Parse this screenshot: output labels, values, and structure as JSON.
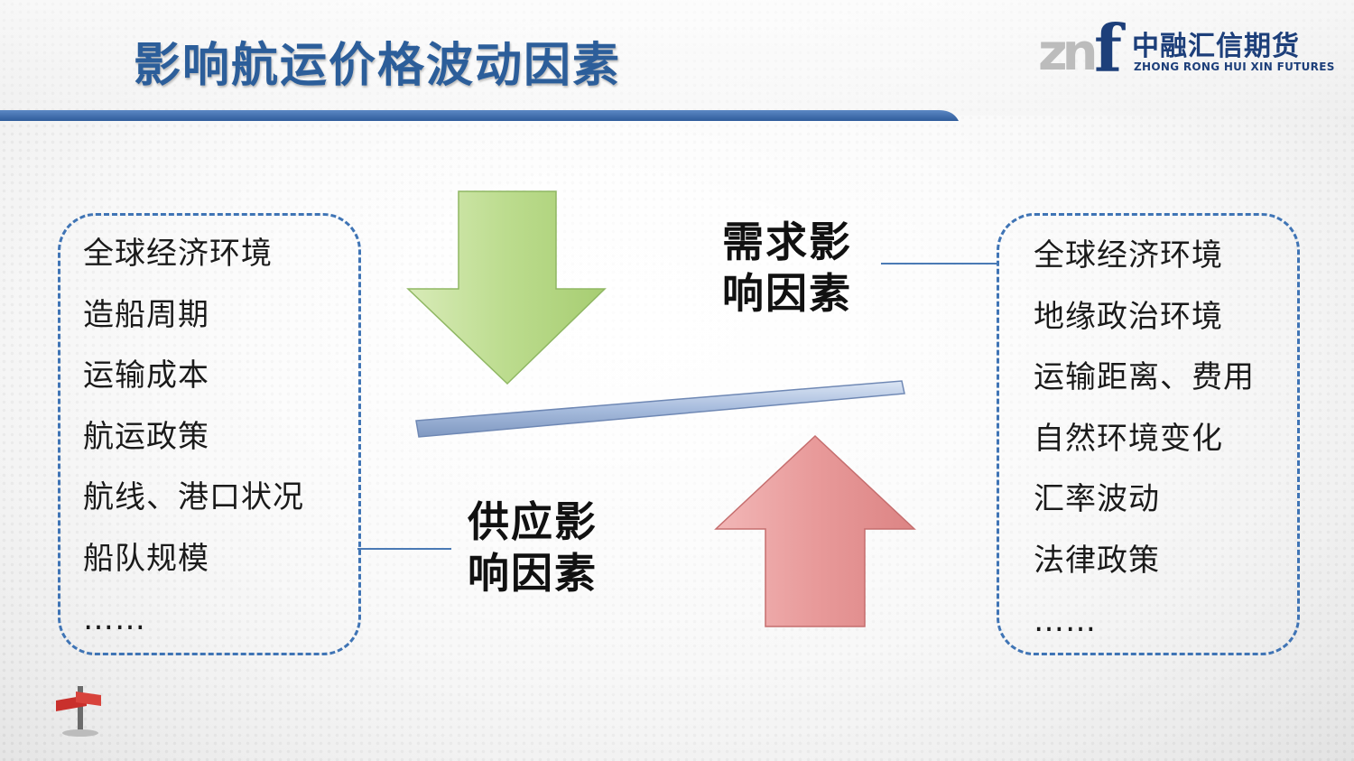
{
  "slide": {
    "title": "影响航运价格波动因素"
  },
  "logo": {
    "mark": "zn",
    "letter": "f",
    "cn": "中融汇信期货",
    "en": "ZHONG RONG HUI XIN FUTURES"
  },
  "supply": {
    "label": "供应影响因素",
    "items": [
      "全球经济环境",
      "造船周期",
      "运输成本",
      "航运政策",
      "航线、港口状况",
      "船队规模",
      "……"
    ]
  },
  "demand": {
    "label": "需求影响因素",
    "items": [
      "全球经济环境",
      "地缘政治环境",
      "运输距离、费用",
      "自然环境变化",
      "汇率波动",
      "法律政策",
      "……"
    ]
  },
  "colors": {
    "title": "#2c5e9a",
    "accent_blue": "#3f74b5",
    "arrow_down_green": "#b9d98a",
    "arrow_up_red": "#e8999a",
    "beam": "#9fb4d6",
    "header_rule": "#3c6aa9"
  },
  "icons": {
    "down_arrow": "down-arrow-icon",
    "up_arrow": "up-arrow-icon",
    "beam": "balance-beam",
    "signpost": "signpost-icon"
  }
}
